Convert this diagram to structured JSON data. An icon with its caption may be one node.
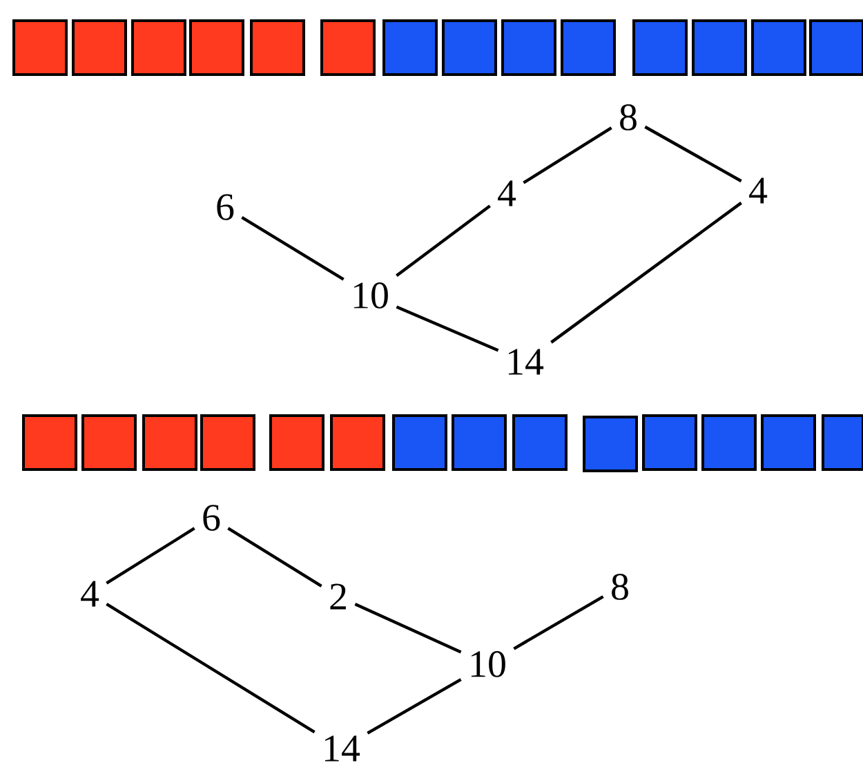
{
  "diagram": {
    "nodes": [
      {
        "text": [],
        "shape": "box"
      },
      {
        "text": [],
        "shape": "box"
      },
      {
        "text": [],
        "shape": "box"
      },
      {
        "text": [],
        "shape": "box"
      },
      {
        "text": [],
        "shape": "box"
      },
      {
        "text": [],
        "shape": "box"
      },
      {
        "text": [],
        "shape": "box"
      },
      {
        "text": [],
        "shape": "box"
      },
      {
        "text": [],
        "shape": "box"
      },
      {
        "text": [],
        "shape": "box"
      },
      {
        "text": [],
        "shape": "box"
      },
      {
        "text": [],
        "shape": "box"
      },
      {
        "text": [],
        "shape": "box"
      },
      {
        "text": [],
        "shape": "box"
      },
      {
        "text": [
          "8"
        ]
      },
      {
        "text": [
          "6"
        ]
      },
      {
        "text": [
          "4"
        ]
      },
      {
        "text": [
          "4"
        ]
      },
      {
        "text": [
          "10"
        ]
      },
      {
        "text": [
          "14"
        ]
      },
      {
        "text": [],
        "shape": "box"
      },
      {
        "text": [],
        "shape": "box"
      },
      {
        "text": [],
        "shape": "box"
      },
      {
        "text": [],
        "shape": "box"
      },
      {
        "text": [],
        "shape": "box"
      },
      {
        "text": [],
        "shape": "box"
      },
      {
        "text": [],
        "shape": "box"
      },
      {
        "text": [],
        "shape": "box"
      },
      {
        "text": [],
        "shape": "box"
      },
      {
        "text": [],
        "shape": "box"
      },
      {
        "text": [],
        "shape": "box"
      },
      {
        "text": [],
        "shape": "box"
      },
      {
        "text": [],
        "shape": "box"
      },
      {
        "text": [],
        "shape": "box"
      },
      {
        "text": [
          "6"
        ]
      },
      {
        "text": [
          "4"
        ]
      },
      {
        "text": [
          "2"
        ]
      },
      {
        "text": [
          "8"
        ]
      },
      {
        "text": [
          "10"
        ]
      },
      {
        "text": [
          "14"
        ]
      }
    ],
    "edges": [
      {
        "from": 15,
        "to": 18,
        "arrow": "none"
      },
      {
        "from": 18,
        "to": 16,
        "arrow": "none"
      },
      {
        "from": 16,
        "to": 14,
        "arrow": "none"
      },
      {
        "from": 14,
        "to": 17,
        "arrow": "none"
      },
      {
        "from": 17,
        "to": 19,
        "arrow": "none"
      },
      {
        "from": 18,
        "to": 19,
        "arrow": "none"
      },
      {
        "from": 35,
        "to": 34,
        "arrow": "none"
      },
      {
        "from": 34,
        "to": 36,
        "arrow": "none"
      },
      {
        "from": 36,
        "to": 38,
        "arrow": "none"
      },
      {
        "from": 38,
        "to": 37,
        "arrow": "none"
      },
      {
        "from": 38,
        "to": 39,
        "arrow": "none"
      },
      {
        "from": 35,
        "to": 39,
        "arrow": "none"
      }
    ]
  }
}
